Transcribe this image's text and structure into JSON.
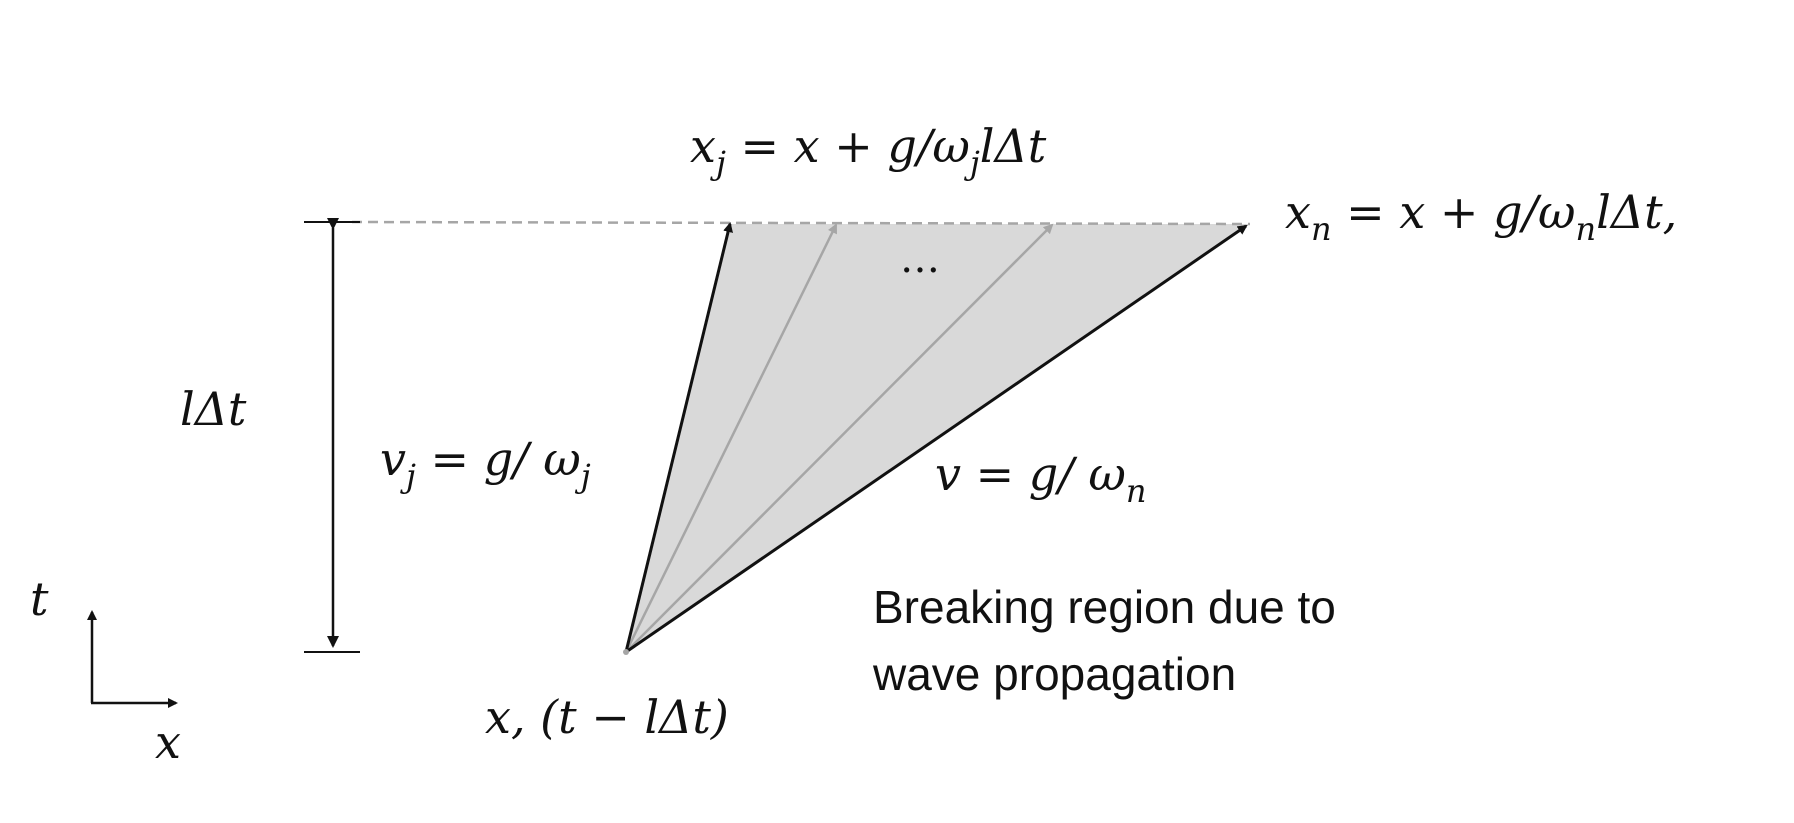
{
  "diagram": {
    "label_xj_eq": {
      "base": "x",
      "sub": "j",
      "rest_a": " =  x + g/ω",
      "sub2": "j",
      "rest_b": "lΔt"
    },
    "label_xn_eq": {
      "base": "x",
      "sub": "n",
      "rest_a": " = x + g/ω",
      "sub2": "n",
      "rest_b": "lΔt,"
    },
    "ellipsis": "…",
    "label_interval": "lΔt",
    "label_vj": {
      "base": "v",
      "sub": "j",
      "rest_a": " = g/ ω",
      "sub2": "j"
    },
    "label_vn": {
      "base": "v = g/ ω",
      "sub": "n"
    },
    "origin_label": "x, (t − lΔt)",
    "breaking_text": {
      "line1": "Breaking region due to",
      "line2": "wave propagation"
    },
    "axis_t": "t",
    "axis_x": "x",
    "colors": {
      "shade": "#d9d9d9",
      "dark_arrow": "#111111",
      "light_arrow": "#a6a6a6",
      "dashed": "#a6a6a6"
    }
  }
}
